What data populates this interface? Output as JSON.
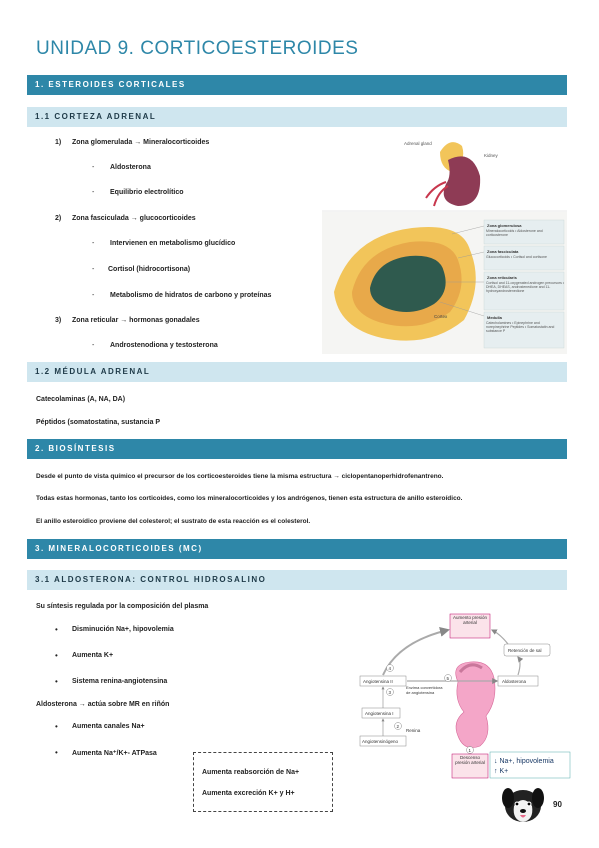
{
  "title": "UNIDAD 9. CORTICOESTEROIDES",
  "sections": {
    "s1": "1. ESTEROIDES CORTICALES",
    "s1_1": "1.1 CORTEZA ADRENAL",
    "s1_2": "1.2 MÉDULA ADRENAL",
    "s2": "2. BIOSÍNTESIS",
    "s3": "3. MINERALOCORTICOIDES (MC)",
    "s3_1": "3.1 ALDOSTERONA: CONTROL HIDROSALINO"
  },
  "cortex": {
    "z1_num": "1)",
    "z1": "Zona glomerulada → Mineralocorticoides",
    "z1_a": "Aldosterona",
    "z1_b": "Equilibrio electrolítico",
    "z2_num": "2)",
    "z2": "Zona fasciculada → glucocorticoides",
    "z2_a": "Intervienen en metabolismo glucídico",
    "z2_b": "Cortisol (hidrocortisona)",
    "z2_c": "Metabolismo de hidratos de carbono y proteínas",
    "z3_num": "3)",
    "z3": "Zona reticular → hormonas gonadales",
    "z3_a": "Androstenodiona y testosterona"
  },
  "medulla": {
    "l1": "Catecolaminas (A, NA, DA)",
    "l2": "Péptidos (somatostatina, sustancia P"
  },
  "biosynthesis": {
    "p1": "Desde el punto de vista químico el precursor de los corticoesteroides tiene la misma estructura → ciclopentanoperhidrofenantreno.",
    "p2": "Todas estas hormonas, tanto los corticoides, como los mineralocorticoides y los andrógenos, tienen esta estructura de anillo esteroídico.",
    "p3": "El anillo esteroídico proviene del colesterol; el sustrato de esta reacción es el colesterol."
  },
  "aldosterone": {
    "intro": "Su síntesis regulada por la composición del plasma",
    "b1": "Disminución Na+, hipovolemia",
    "b2": "Aumenta K+",
    "b3": "Sistema renina-angiotensina",
    "action": "Aldosterona → actúa sobre MR en riñón",
    "c1": "Aumenta canales Na+",
    "c2": "Aumenta Na⁺/K+- ATPasa",
    "box1": "Aumenta reabsorción de Na+",
    "box2": "Aumenta excreción K+ y H+"
  },
  "fig_adrenal": {
    "adrenal_gland": "Adrenal gland",
    "kidney": "Kidney",
    "cortex_label": "Cortex",
    "zg_title": "Zona glomerulosa",
    "zg_text": "Mineralocorticoids • Aldosterone and corticosterone",
    "zf_title": "Zona fasciculata",
    "zf_text": "Glucocorticoids • Cortisol and cortisone",
    "zr_title": "Zona reticularis",
    "zr_text": "Cortisol and 11-oxygenated androgen precursors • DHEA, DHEAS, androstenedione and 11-hydroxyandrostenedione",
    "med_title": "Medulla",
    "med_text": "Catecholamines • Epinephrine and norepinephrine  Peptides • Somatostatin and substance P"
  },
  "fig_raas": {
    "aumento": "Aumento presión arterial",
    "retencion": "Retención de sal",
    "ang2": "Angiotensina II",
    "aldosterona": "Aldosterona",
    "enzima": "Enzima convertidora de angiotensina",
    "ang1": "Angiotensina I",
    "renina": "Renina",
    "angiotensinogeno": "Angiotensinógeno",
    "descenso": "Descenso presión arterial",
    "na": "↓ Na+, hipovolemia",
    "k": "↑ K+",
    "n1": "1",
    "n2": "2",
    "n3": "3",
    "n4": "4",
    "n5": "5"
  },
  "page_number": "90",
  "colors": {
    "accent": "#2e87a8",
    "light": "#cfe6ef"
  }
}
